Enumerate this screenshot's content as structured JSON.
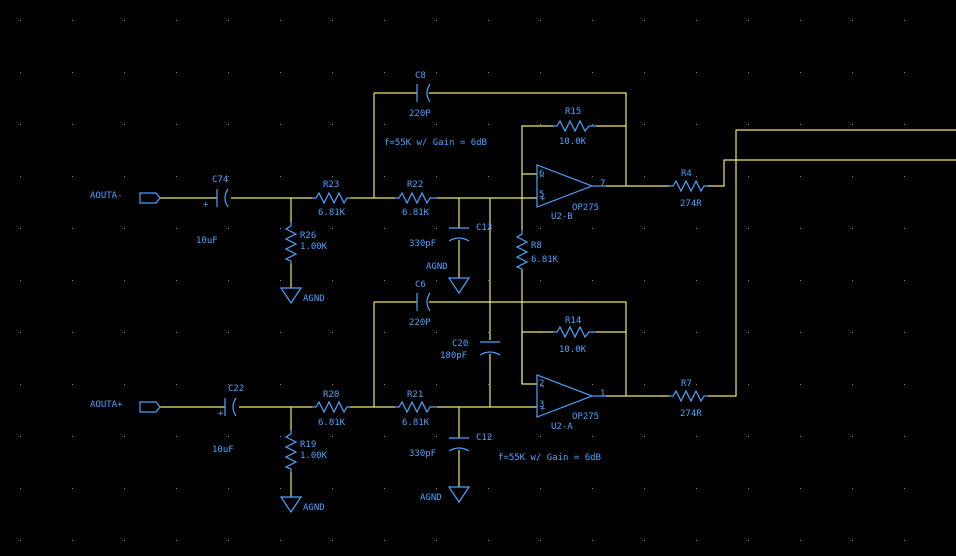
{
  "colors": {
    "background": "#000000",
    "wire": "#f0e66e",
    "symbol": "#4aa3ff"
  },
  "ports": {
    "in_neg": "AOUTA-",
    "in_pos": "AOUTA+"
  },
  "grounds": {
    "gnd_r26": "AGND",
    "gnd_c13": "AGND",
    "gnd_r19": "AGND",
    "gnd_c12": "AGND"
  },
  "components": {
    "c74": {
      "ref": "C74",
      "value": "10uF"
    },
    "c22": {
      "ref": "C22",
      "value": "10uF"
    },
    "r26": {
      "ref": "R26",
      "value": "1.00K"
    },
    "r19": {
      "ref": "R19",
      "value": "1.00K"
    },
    "r23": {
      "ref": "R23",
      "value": "6.81K"
    },
    "r20": {
      "ref": "R20",
      "value": "6.81K"
    },
    "r22": {
      "ref": "R22",
      "value": "6.81K"
    },
    "r21": {
      "ref": "R21",
      "value": "6.81K"
    },
    "c8": {
      "ref": "C8",
      "value": "220P"
    },
    "c6": {
      "ref": "C6",
      "value": "220P"
    },
    "c13": {
      "ref": "C13",
      "value": "330pF"
    },
    "c12": {
      "ref": "C12",
      "value": "330pF"
    },
    "c20": {
      "ref": "C20",
      "value": "180pF"
    },
    "r8": {
      "ref": "R8",
      "value": "6.81K"
    },
    "r15": {
      "ref": "R15",
      "value": "10.0K"
    },
    "r14": {
      "ref": "R14",
      "value": "10.0K"
    },
    "r4": {
      "ref": "R4",
      "value": "274R"
    },
    "r7": {
      "ref": "R7",
      "value": "274R"
    },
    "u2b": {
      "ref": "U2-B",
      "part": "OP275",
      "pin_inv": "6",
      "pin_noninv": "5",
      "pin_out": "7",
      "minus": "-",
      "plus": "+"
    },
    "u2a": {
      "ref": "U2-A",
      "part": "OP275",
      "pin_inv": "2",
      "pin_noninv": "3",
      "pin_out": "1",
      "minus": "-",
      "plus": "+"
    }
  },
  "notes": {
    "top": "f=55K w/ Gain = 6dB",
    "bottom": "f=55K w/ Gain = 6dB"
  },
  "polarity": {
    "c74": "+",
    "c22": "+"
  }
}
